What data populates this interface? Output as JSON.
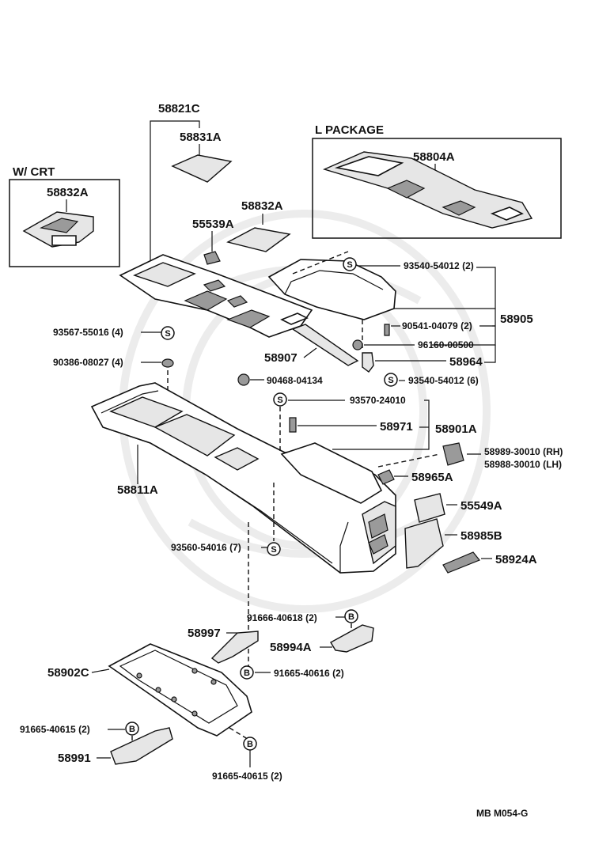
{
  "boxes": {
    "w_crt": "W/ CRT",
    "l_package": "L PACKAGE"
  },
  "labels": {
    "p58821C": "58821C",
    "p58831A": "58831A",
    "p58832A_crt": "58832A",
    "p58804A": "58804A",
    "p58832A": "58832A",
    "p55539A": "55539A",
    "p93540_54012_2": "93540-54012 (2)",
    "p90541_04079": "90541-04079 (2)",
    "p58905": "58905",
    "p96160_00500": "96160-00500",
    "p58964": "58964",
    "p93540_54012_6": "93540-54012 (6)",
    "p93567_55016": "93567-55016 (4)",
    "p90386_08027": "90386-08027 (4)",
    "p58907": "58907",
    "p90468_04134": "90468-04134",
    "p93570_24010": "93570-24010",
    "p58971": "58971",
    "p58901A": "58901A",
    "p58989": "58989-30010 (RH)",
    "p58988": "58988-30010 (LH)",
    "p58965A": "58965A",
    "p58811A": "58811A",
    "p55549A": "55549A",
    "p58985B": "58985B",
    "p58924A": "58924A",
    "p93560_54016": "93560-54016 (7)",
    "p91666_40618": "91666-40618 (2)",
    "p58997": "58997",
    "p58994A": "58994A",
    "p91665_40616": "91665-40616 (2)",
    "p58902C": "58902C",
    "p91665_40615_a": "91665-40615 (2)",
    "p58991": "58991",
    "p91665_40615_b": "91665-40615 (2)"
  },
  "symbols": {
    "s": "S",
    "b": "B"
  },
  "code": "MB M054-G"
}
